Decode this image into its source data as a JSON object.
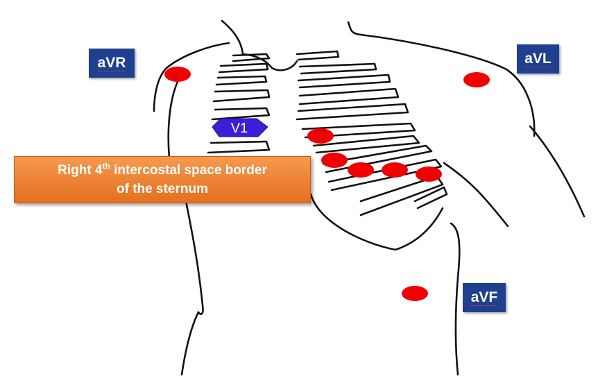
{
  "leads": {
    "avr": "aVR",
    "avl": "aVL",
    "avf": "aVF",
    "v1": "V1"
  },
  "callout": {
    "line1_prefix": "Right 4",
    "line1_superscript": "th",
    "line1_suffix": " intercostal space border",
    "line2": "of the sternum"
  },
  "colors": {
    "electrode": "#f00000",
    "lead_label_bg": "#1f3f8f",
    "v1_marker": "#3a1fd6",
    "callout_orange": "#ef7f2a",
    "outline": "#111111"
  }
}
